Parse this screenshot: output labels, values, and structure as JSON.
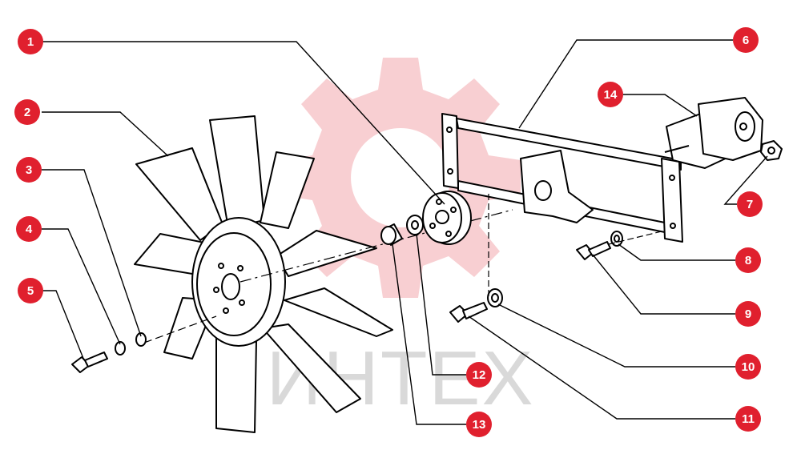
{
  "watermark": {
    "text": "ИНТЕХ",
    "color": "#f2a8ad",
    "text_color": "#d9d9d9"
  },
  "colors": {
    "badge": "#e0202e",
    "badge_text": "#ffffff",
    "line": "#000000"
  },
  "callouts": [
    {
      "id": "1",
      "label": "1"
    },
    {
      "id": "2",
      "label": "2"
    },
    {
      "id": "3",
      "label": "3"
    },
    {
      "id": "4",
      "label": "4"
    },
    {
      "id": "5",
      "label": "5"
    },
    {
      "id": "6",
      "label": "6"
    },
    {
      "id": "7",
      "label": "7"
    },
    {
      "id": "8",
      "label": "8"
    },
    {
      "id": "9",
      "label": "9"
    },
    {
      "id": "10",
      "label": "10"
    },
    {
      "id": "11",
      "label": "11"
    },
    {
      "id": "12",
      "label": "12"
    },
    {
      "id": "13",
      "label": "13"
    },
    {
      "id": "14",
      "label": "14"
    }
  ],
  "parts": [
    {
      "name": "fan-blade-assembly",
      "callout": "2"
    },
    {
      "name": "fan-hub-flange",
      "callout": "1"
    },
    {
      "name": "mounting-bracket",
      "callout": "6"
    },
    {
      "name": "pump-motor",
      "callout": "14"
    },
    {
      "name": "nut",
      "callout": "7"
    },
    {
      "name": "washer",
      "callout": "8"
    },
    {
      "name": "bolt",
      "callout": "9"
    },
    {
      "name": "washer",
      "callout": "10"
    },
    {
      "name": "bolt",
      "callout": "11"
    },
    {
      "name": "washer",
      "callout": "12"
    },
    {
      "name": "spacer-bushing",
      "callout": "13"
    },
    {
      "name": "washer",
      "callout": "3"
    },
    {
      "name": "washer",
      "callout": "4"
    },
    {
      "name": "bolt",
      "callout": "5"
    }
  ]
}
